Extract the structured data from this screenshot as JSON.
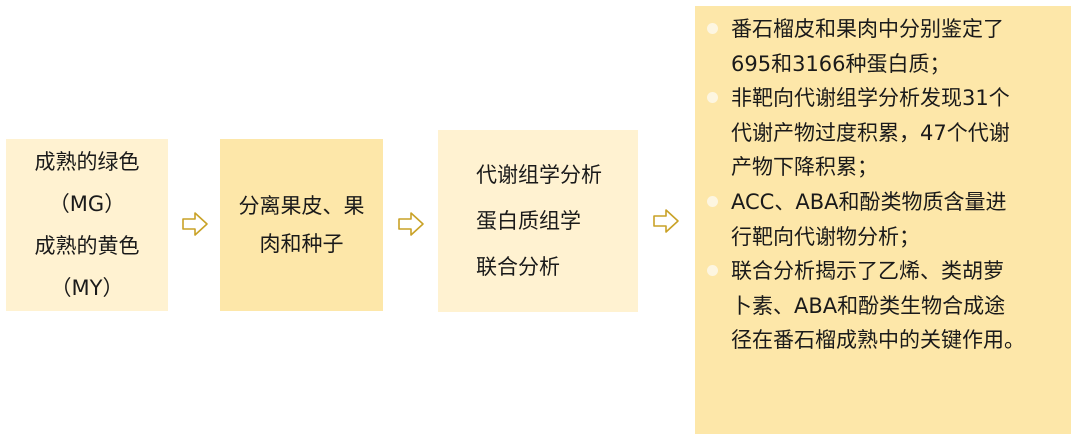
{
  "stages": [
    {
      "lines": [
        "成熟的绿色",
        "（MG）",
        "成熟的黄色",
        "（MY）"
      ]
    },
    {
      "lines": [
        "分离果皮、果",
        "肉和种子"
      ]
    },
    {
      "lines": [
        "代谢组学分析",
        "蛋白质组学",
        "联合分析"
      ]
    }
  ],
  "results": [
    {
      "lines": [
        "番石榴皮和果肉中分别鉴定了",
        "695和3166种蛋白质；"
      ]
    },
    {
      "lines": [
        "非靶向代谢组学分析发现31个",
        "代谢产物过度积累，47个代谢",
        "产物下降积累；"
      ]
    },
    {
      "lines": [
        "ACC、ABA和酚类物质含量进",
        "行靶向代谢物分析；"
      ]
    },
    {
      "lines": [
        "联合分析揭示了乙烯、类胡萝",
        "卜素、ABA和酚类生物合成途",
        "径在番石榴成熟中的关键作用。"
      ]
    }
  ],
  "colors": {
    "light_fill": "#fff2d1",
    "dark_fill": "#fde7a9",
    "arrow_stroke": "#c9a227"
  }
}
